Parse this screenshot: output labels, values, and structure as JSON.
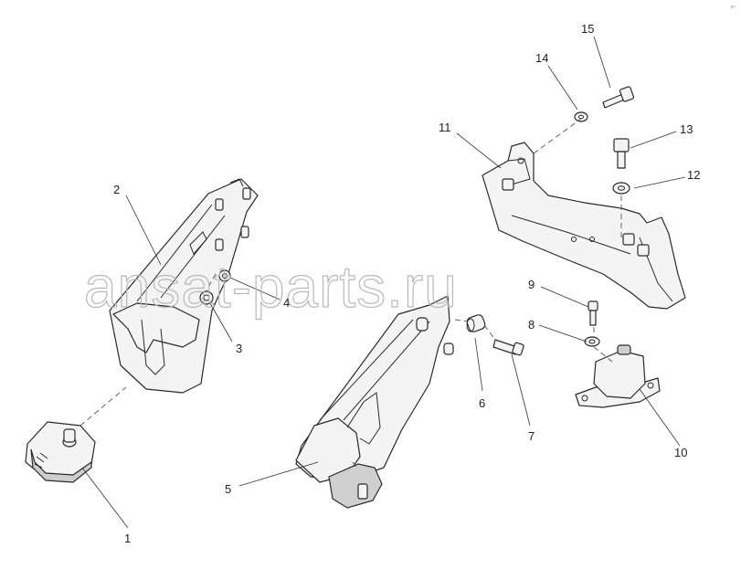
{
  "watermark": "ansat-parts.ru",
  "corner_mark": "⌐",
  "callouts": [
    {
      "id": "1",
      "label": "1"
    },
    {
      "id": "2",
      "label": "2"
    },
    {
      "id": "3",
      "label": "3"
    },
    {
      "id": "4",
      "label": "4"
    },
    {
      "id": "5",
      "label": "5"
    },
    {
      "id": "6",
      "label": "6"
    },
    {
      "id": "7",
      "label": "7"
    },
    {
      "id": "8",
      "label": "8"
    },
    {
      "id": "9",
      "label": "9"
    },
    {
      "id": "10",
      "label": "10"
    },
    {
      "id": "11",
      "label": "11"
    },
    {
      "id": "12",
      "label": "12"
    },
    {
      "id": "13",
      "label": "13"
    },
    {
      "id": "14",
      "label": "14"
    },
    {
      "id": "15",
      "label": "15"
    }
  ]
}
